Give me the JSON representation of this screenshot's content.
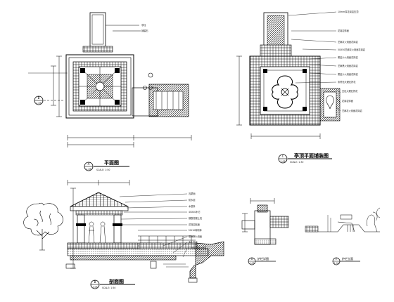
{
  "drawings": {
    "plan": {
      "title": "平面图",
      "marker_letter": "A",
      "marker_sheet": "1.06",
      "scale": "SCALE: 1:50",
      "leaders": [
        "亭柱",
        "铺装石"
      ],
      "section_marker_letter": "B",
      "section_marker_sheet": "1.06"
    },
    "roof_plan": {
      "title": "亭顶平面铺装图",
      "marker_letter": "C",
      "marker_sheet": "1.06",
      "scale": "SCALE: 1:30",
      "leaders": [
        "10mm厚花岗岩压顶",
        "花岗岩饰面",
        "芝麻灰火烧面花岗岩",
        "50X50芝麻灰火烧面花岗岩",
        "黑金沙火烧面花岗岩",
        "芝麻黑火烧面花岗岩",
        "黑金沙火烧面花岗岩",
        "米黄色大理石拼花",
        "白色大理石拼花",
        "花岗岩饰面",
        "芝麻灰火烧面花岗岩"
      ]
    },
    "section": {
      "title": "剖面图",
      "marker_letter": "B",
      "marker_sheet": "1.06",
      "scale": "SCALE: 1:50",
      "leaders": [
        "瓦屋面",
        "防水层",
        "木檩条",
        "40X40木方",
        "钢筋混凝土柱",
        "花岗岩贴面",
        "MU10砖砌体",
        "芝麻灰火烧面",
        "素土夯实",
        "C15素混凝土垫层"
      ]
    },
    "detail_1": {
      "title": "护栏详图",
      "marker_letter": "D",
      "marker_sheet": "1.06"
    },
    "detail_2": {
      "title": "护栏立面",
      "marker_letter": "E",
      "marker_sheet": "1.06"
    }
  }
}
